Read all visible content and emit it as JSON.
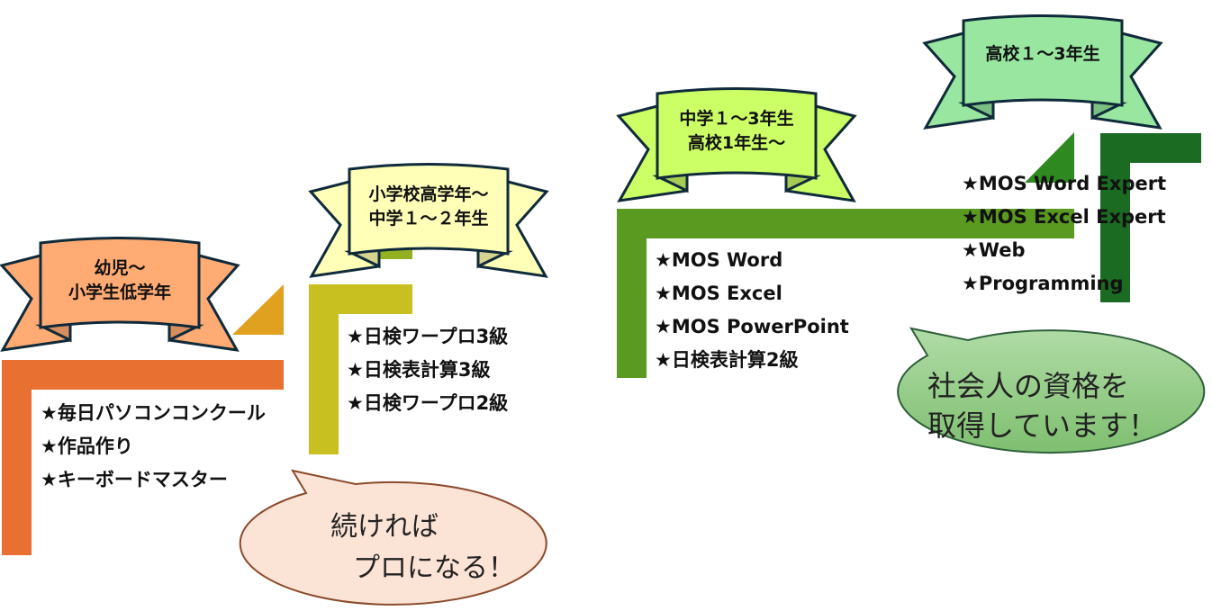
{
  "stages": [
    {
      "title_lines": [
        "幼児〜",
        "小学生低学年"
      ],
      "items": [
        "★毎日パソコンコンクール",
        "★作品作り",
        "★キーボードマスター"
      ],
      "colors": {
        "ribbon": "#FFAB73",
        "fold": "#D68E5E",
        "step": "#E87030",
        "triangle": "#E0A020"
      }
    },
    {
      "title_lines": [
        "小学校高学年〜",
        "中学１〜２年生"
      ],
      "items": [
        "★日検ワープロ3級",
        "★日検表計算3級",
        "★日検ワープロ2級"
      ],
      "colors": {
        "ribbon": "#FFFFB8",
        "fold": "#D4D48E",
        "step": "#C8C020",
        "triangle": "#92B022"
      }
    },
    {
      "title_lines": [
        "中学１〜3年生",
        "高校1年生〜"
      ],
      "items": [
        "★MOS Word",
        "★MOS Excel",
        "★MOS PowerPoint",
        "★日検表計算2級"
      ],
      "colors": {
        "ribbon": "#CCFF66",
        "fold": "#A6CC55",
        "step": "#5A9A20",
        "triangle": "#2E8A20"
      }
    },
    {
      "title_lines": [
        "高校１〜3年生"
      ],
      "items": [
        "★MOS Word Expert",
        "★MOS Excel Expert",
        "★Web",
        "★Programming"
      ],
      "colors": {
        "ribbon": "#98E6A0",
        "fold": "#7BBF82",
        "step": "#1B6B22",
        "triangle": ""
      }
    }
  ],
  "bubbles": [
    {
      "lines": [
        "続ければ",
        "プロになる！"
      ],
      "fill": "#FBE3D6",
      "stroke": "#8B4A2B"
    },
    {
      "lines": [
        "社会人の資格を",
        "取得しています！"
      ],
      "fill": "#8FCB84",
      "stroke": "#2F5F3A"
    }
  ]
}
